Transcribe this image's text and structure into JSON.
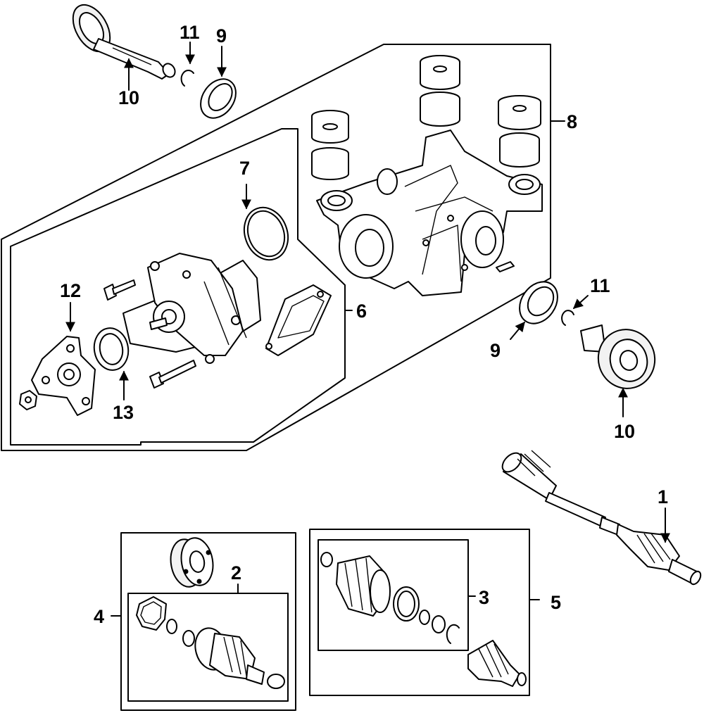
{
  "callouts": {
    "c1": "1",
    "c2": "2",
    "c3": "3",
    "c4": "4",
    "c5": "5",
    "c6": "6",
    "c7": "7",
    "c8": "8",
    "c9_top": "9",
    "c9_right": "9",
    "c10_top": "10",
    "c10_right": "10",
    "c11_top": "11",
    "c11_right": "11",
    "c12": "12",
    "c13": "13"
  },
  "colors": {
    "line": "#000000",
    "background": "#ffffff",
    "shade": "#f2f2f2"
  }
}
